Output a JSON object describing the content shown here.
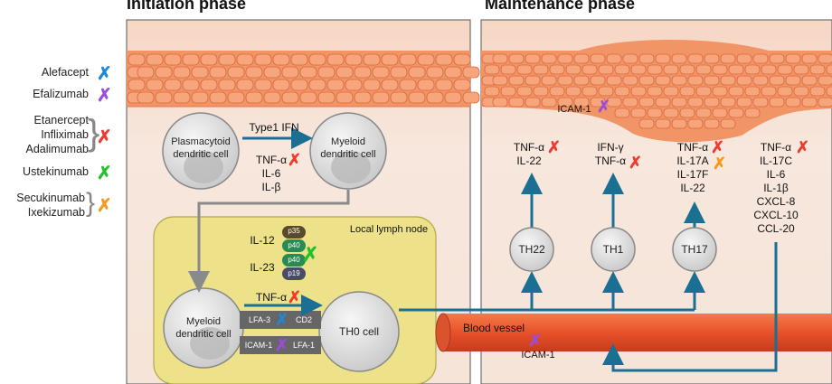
{
  "titles": {
    "initiation": "Initiation phase",
    "maintenance": "Maintenance phase"
  },
  "legend": [
    {
      "drugs": "Alefacept",
      "color": "#1e88d6"
    },
    {
      "drugs": "Efalizumab",
      "color": "#9b4dd9"
    },
    {
      "drugs": "Etanercept\nInfliximab\nAdalimumab",
      "color": "#ee3a2f"
    },
    {
      "drugs": "Ustekinumab",
      "color": "#22c22a"
    },
    {
      "drugs": "Secukinumab\nIxekizumab",
      "color": "#f39a1a"
    }
  ],
  "left": {
    "pdc": "Plasmacytoid\ndendritic cell",
    "mdc_top": "Myeloid\ndendritic cell",
    "type1_ifn": "Type1 IFN",
    "cytokines_top": "TNF-α\nIL-6\nIL-β",
    "lymph_node": "Local lymph node",
    "il12": "IL-12",
    "il23": "IL-23",
    "p35": "p35",
    "p40a": "p40",
    "p40b": "p40",
    "p19": "p19",
    "tnf": "TNF-α",
    "mdc_bottom": "Myeloid\ndendritic cell",
    "lfa3": "LFA-3",
    "cd2": "CD2",
    "icam1": "ICAM-1",
    "lfa1": "LFA-1",
    "th0": "TH0 cell"
  },
  "right": {
    "icam1_top": "ICAM-1",
    "col1": "TNF-α\nIL-22",
    "col2": "IFN-γ\nTNF-α",
    "col3": "TNF-α\nIL-17A\nIL-17F\nIL-22",
    "col4": "TNF-α\nIL-17C\nIL-6\nIL-1β\nCXCL-8\nCXCL-10\nCCL-20",
    "th22": "TH22",
    "th1": "TH1",
    "th17": "TH17",
    "blood_vessel": "Blood vessel",
    "icam1_bottom": "ICAM-1"
  },
  "colors": {
    "arrow": "#1a6f93",
    "tissue": "#f3e0d5",
    "skin": "#ef8a5a",
    "node": "#ece08a",
    "vessel": "#ee5a2c",
    "green": "#2a8a54"
  }
}
